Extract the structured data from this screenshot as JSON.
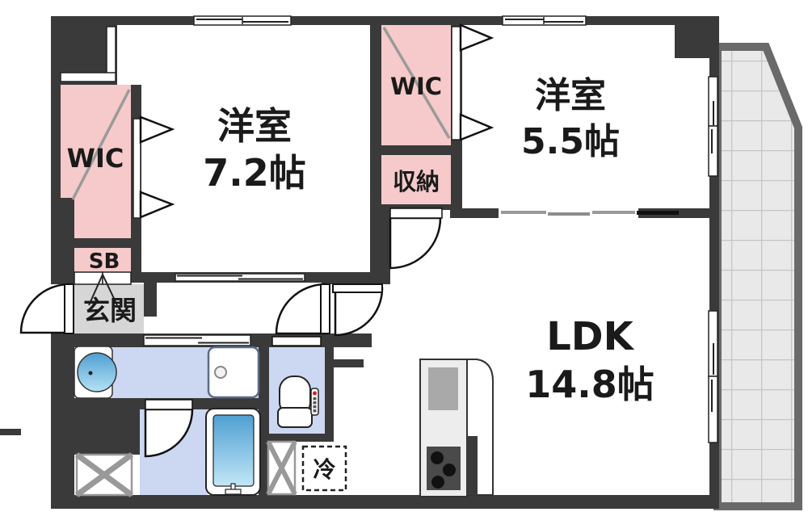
{
  "rooms": {
    "bedroom_main": {
      "name": "洋室",
      "size": "7.2帖"
    },
    "bedroom_second": {
      "name": "洋室",
      "size": "5.5帖"
    },
    "ldk": {
      "name": "LDK",
      "size": "14.8帖"
    },
    "wic_west": {
      "label": "WIC"
    },
    "wic_center": {
      "label": "WIC"
    },
    "storage": {
      "label": "収納"
    },
    "shoe_box": {
      "label": "SB"
    },
    "entrance": {
      "label": "玄関"
    },
    "refrigerator_space": {
      "label": "冷"
    }
  },
  "colors": {
    "wall": "#3a3a3a",
    "closet_pink": "#f6caca",
    "entrance_gray": "#d6d6d6",
    "wet_area_blue": "#ccd8f2",
    "water_blue_dark": "#4f9fd2",
    "water_blue_light": "#c2e7f7",
    "balcony_fill": "#e9e9e9",
    "balcony_grid": "#c4c4c4",
    "balcony_border": "#6a6a6a",
    "fixture_gray": "#a9a9a9",
    "stove_dark": "#4a4a4a"
  }
}
